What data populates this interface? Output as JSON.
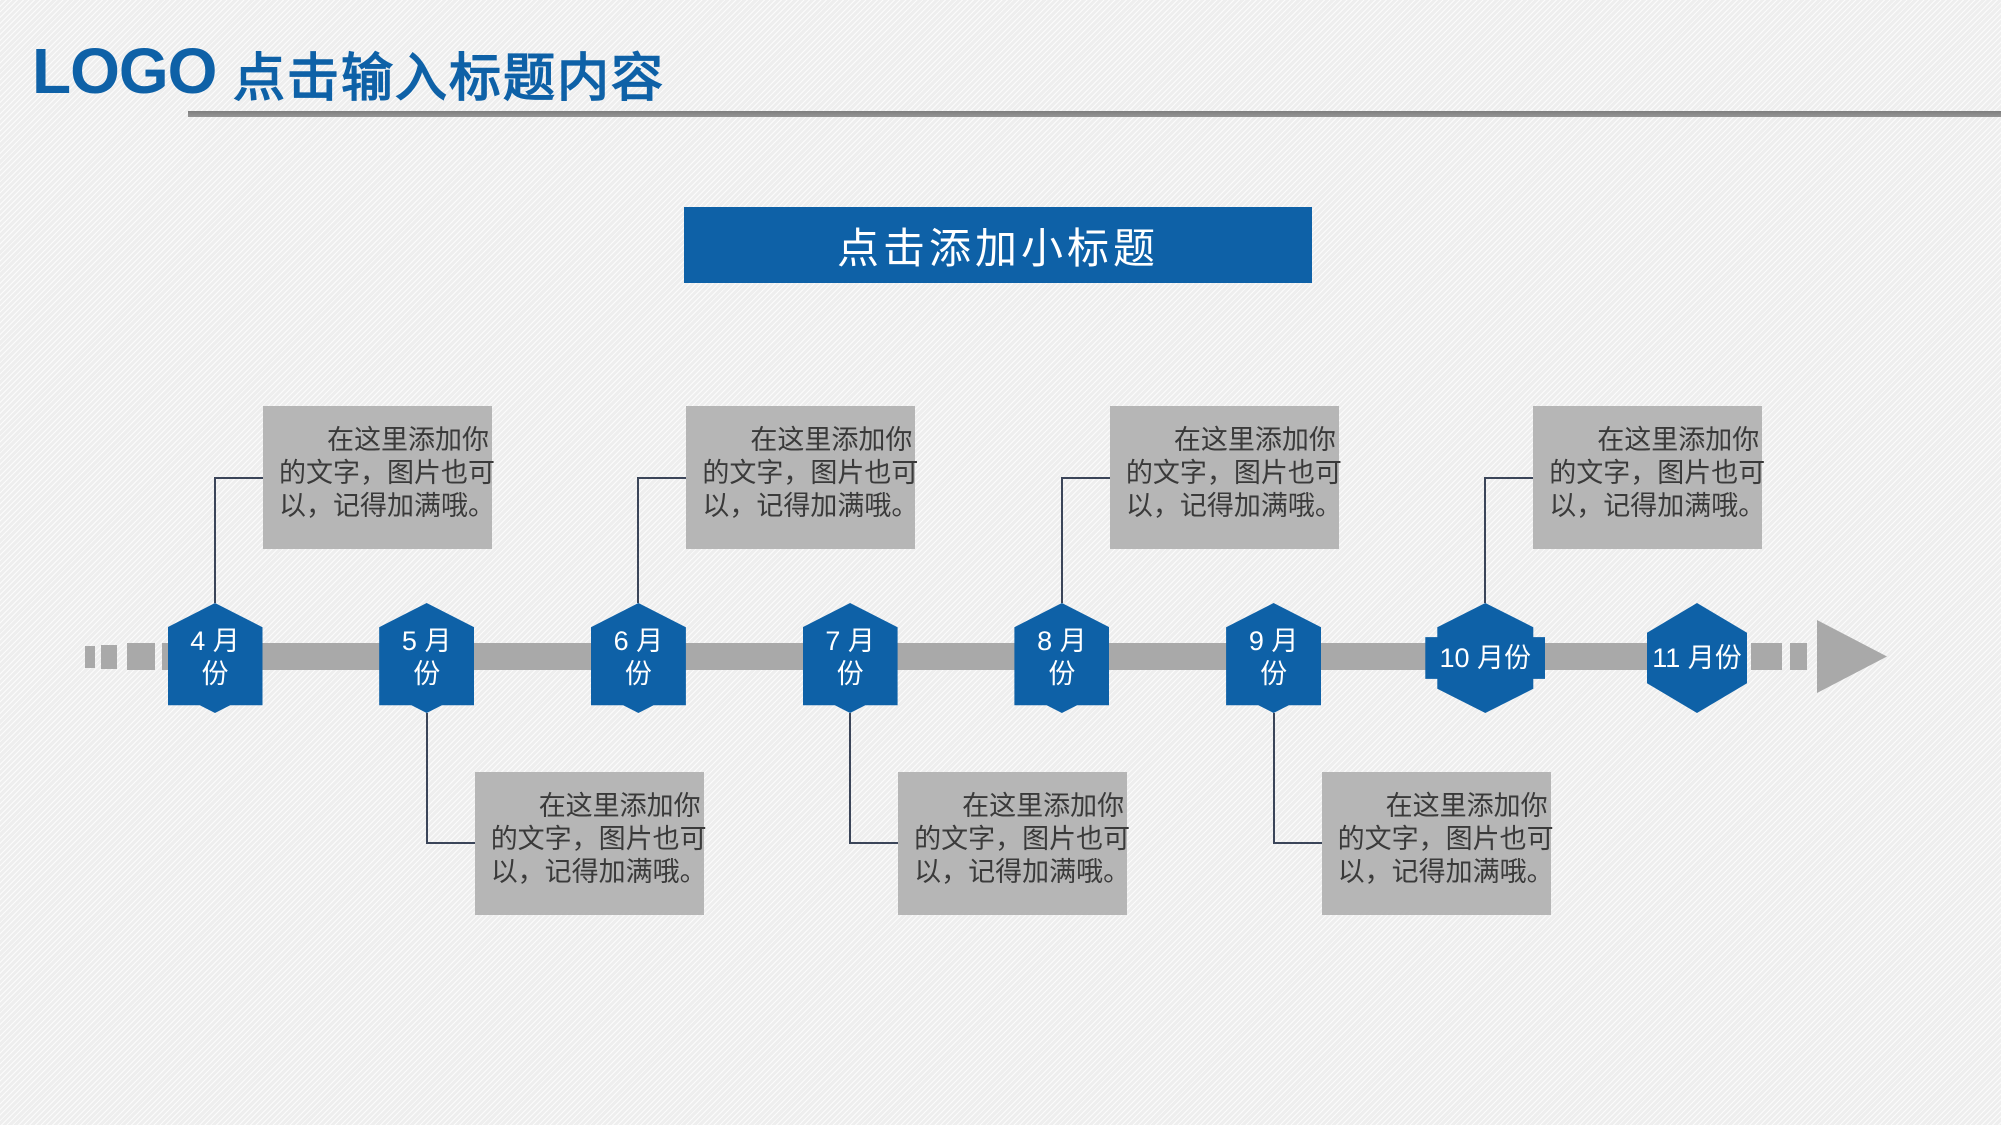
{
  "slide": {
    "header": {
      "logo": "LOGO",
      "title": "点击输入标题内容"
    },
    "banner": {
      "label": "点击添加小标题"
    },
    "timeline": {
      "months": [
        {
          "label": "4 月份",
          "lines": [
            "4 月",
            "份"
          ],
          "note_position": "top"
        },
        {
          "label": "5 月份",
          "lines": [
            "5 月",
            "份"
          ],
          "note_position": "bottom"
        },
        {
          "label": "6 月份",
          "lines": [
            "6 月",
            "份"
          ],
          "note_position": "top"
        },
        {
          "label": "7 月份",
          "lines": [
            "7 月",
            "份"
          ],
          "note_position": "bottom"
        },
        {
          "label": "8 月份",
          "lines": [
            "8 月",
            "份"
          ],
          "note_position": "top"
        },
        {
          "label": "9 月份",
          "lines": [
            "9 月",
            "份"
          ],
          "note_position": "bottom"
        },
        {
          "label": "10 月份",
          "lines": [
            "10 月份"
          ],
          "note_position": "top"
        },
        {
          "label": "11 月份",
          "lines": [
            "11 月份"
          ],
          "note_position": "none"
        }
      ],
      "note_lines": [
        "在这里添加你",
        "的文字，图片也可",
        "以，记得加满哦。"
      ]
    },
    "colors": {
      "accent_blue": "#0e61a7",
      "bar_gray": "#a9a9a9",
      "note_box_gray": "#b6b6b6",
      "note_text": "#3a3a3a",
      "connector": "#3b4559",
      "underline_gray": "#959595",
      "banner_text": "#ffffff"
    }
  }
}
